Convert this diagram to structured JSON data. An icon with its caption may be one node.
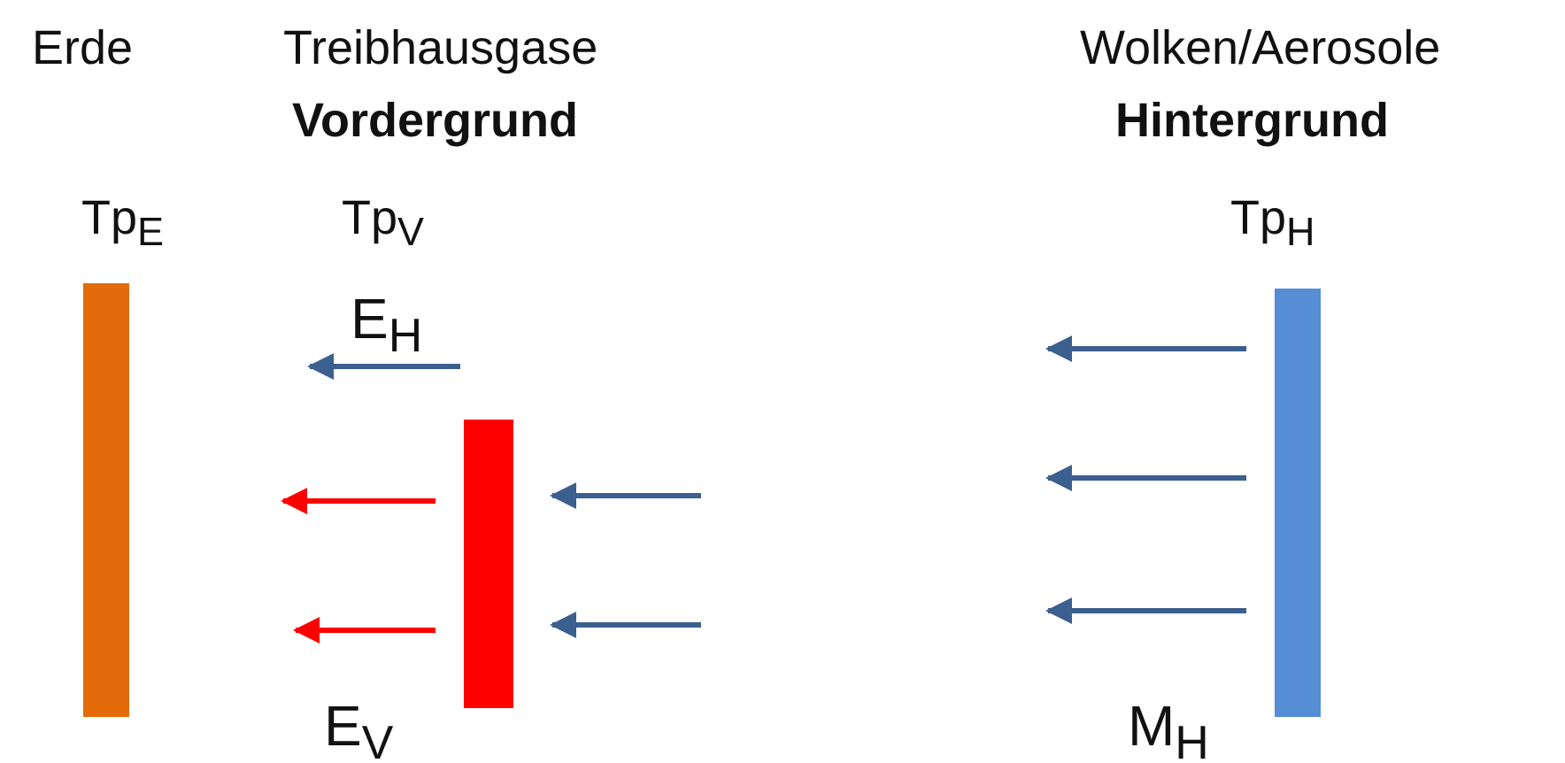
{
  "diagram": {
    "nodes": [
      {
        "text": [],
        "shape": "bar"
      },
      {
        "text": [],
        "shape": "bar"
      },
      {
        "text": [],
        "shape": "bar"
      }
    ],
    "edges": [
      {
        "from": 1,
        "to": null,
        "arrow": "to",
        "color": "#ff0000"
      },
      {
        "from": 1,
        "to": null,
        "arrow": "to",
        "color": "#ff0000"
      },
      {
        "from": null,
        "to": 1,
        "arrow": "to"
      },
      {
        "from": null,
        "to": 1,
        "arrow": "to"
      },
      {
        "from": 2,
        "to": null,
        "arrow": "to"
      },
      {
        "from": 2,
        "to": null,
        "arrow": "to"
      },
      {
        "from": 2,
        "to": null,
        "arrow": "to"
      }
    ],
    "labels": [
      "Erde",
      "Treibhausgase",
      "Wolken/Aerosole",
      "Vordergrund",
      "Hintergrund",
      "Tp$_{E}$",
      "Tp$_{V}$",
      "Tp$_{H}$",
      "E$_{H}$",
      "E$_{V}$",
      "M$_{H}$"
    ]
  }
}
